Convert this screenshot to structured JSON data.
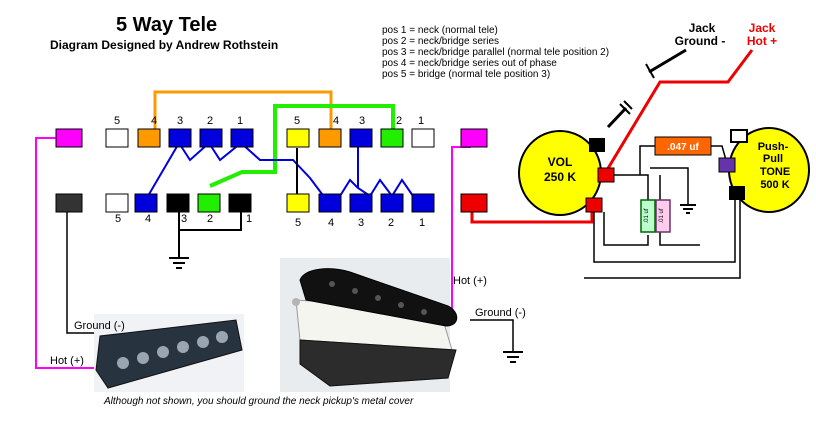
{
  "header": {
    "title": "5 Way Tele",
    "subtitle": "Diagram Designed by Andrew Rothstein"
  },
  "positions": [
    "pos 1 = neck (normal tele)",
    "pos 2 = neck/bridge series",
    "pos 3 = neck/bridge parallel (normal tele position 2)",
    "pos 4 = neck/bridge series out of phase",
    "pos 5 = bridge (normal tele position 3)"
  ],
  "jack": {
    "ground_line1": "Jack",
    "ground_line2": "Ground -",
    "hot_line1": "Jack",
    "hot_line2": "Hot +"
  },
  "switch": {
    "top_left_labels": [
      "5",
      "4",
      "3",
      "2",
      "1"
    ],
    "top_right_labels": [
      "5",
      "4",
      "3",
      "2",
      "1"
    ],
    "bottom_left_labels": [
      "5",
      "4",
      "3",
      "2",
      "1"
    ],
    "bottom_right_labels": [
      "5",
      "4",
      "3",
      "2",
      "1"
    ]
  },
  "components": {
    "vol_line1": "VOL",
    "vol_line2": "250 K",
    "tone_line1": "Push-",
    "tone_line2": "Pull",
    "tone_line3": "TONE",
    "tone_line4": "500 K",
    "cap_top": ".047 uf",
    "cap_green": ".01 uf",
    "cap_pink": ".01 uf"
  },
  "pickups": {
    "neck_ground": "Ground (-)",
    "neck_hot": "Hot (+)",
    "bridge_hot": "Hot (+)",
    "bridge_ground": "Ground (-)"
  },
  "caption": "Although not shown, you should  ground  the neck pickup's metal cover",
  "colors": {
    "orange": "#ff9900",
    "blue": "#0000dd",
    "green": "#22ee00",
    "yellow": "#ffff00",
    "magenta": "#ff00ff",
    "red": "#ee0000",
    "black": "#000000"
  }
}
